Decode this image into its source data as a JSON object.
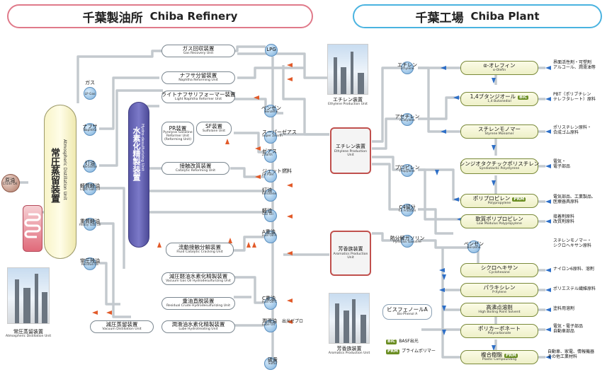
{
  "header_left": {
    "ja": "千葉製油所",
    "en": "Chiba Refinery",
    "border_color": "#e07a8a"
  },
  "header_right": {
    "ja": "千葉工場",
    "en": "Chiba Plant",
    "border_color": "#4ab3e0"
  },
  "crude": {
    "ja": "原油",
    "en": "Crude Oil"
  },
  "atmospheric_tower": {
    "ja": "常圧蒸留装置",
    "en": "Atmospheric Distillation Unit"
  },
  "hds_tower": {
    "ja": "水素化精製装置",
    "en": "Hydro-desulfurizing Unit"
  },
  "side_cuts": [
    {
      "ja": "ガス",
      "en": "LP Gas"
    },
    {
      "ja": "ナフサ",
      "en": "Naphtha"
    },
    {
      "ja": "灯油",
      "en": "Kerosene"
    },
    {
      "ja": "軽質軽油",
      "en": "Light Gas Oil"
    },
    {
      "ja": "重質軽油",
      "en": "Heavy Gas Oil"
    },
    {
      "ja": "常圧残油",
      "en": "Residue Oil"
    }
  ],
  "refinery_units": {
    "gas_recovery": {
      "ja": "ガス回収装置",
      "en": "Gas Recovery Unit"
    },
    "naphtha_reforming": {
      "ja": "ナフサ分留装置",
      "en": "Naphtha Reforming Unit"
    },
    "light_naphtha": {
      "ja": "ライトナフサリフォーマー装置",
      "en": "Light Naphtha Reformer Unit"
    },
    "pr": {
      "ja": "PR装置",
      "en": "Pyrolysis Gasoline Reformer Unit (Reforming Unit)"
    },
    "sf": {
      "ja": "SF装置",
      "en": "Sulfolane Unit"
    },
    "catalytic_reforming": {
      "ja": "接触改質装置",
      "en": "Catalytic Reforming Unit"
    },
    "fcc": {
      "ja": "流動接触分解装置",
      "en": "Fluid Catalytic Cracking Unit"
    },
    "vgo_hds": {
      "ja": "減圧軽油水素化精製装置",
      "en": "Vacuum Gas Oil Hydrodesulfurizing Unit"
    },
    "crude_hds": {
      "ja": "重油直脱装置",
      "en": "Residual Crude Hydrodesulfurizing Unit"
    },
    "lube_hds": {
      "ja": "潤滑油水素化精製装置",
      "en": "Lube Hydrotreating Unit"
    },
    "vacuum": {
      "ja": "減圧蒸留装置",
      "en": "Vacuum Distillation Unit"
    }
  },
  "refinery_products": [
    {
      "ja": "LPG",
      "en": ""
    },
    {
      "ja": "ベンゼン",
      "en": "Benzene"
    },
    {
      "ja": "スーパーゼアス",
      "en": "Super Zearth"
    },
    {
      "ja": "ゼアス",
      "en": "Zearth"
    },
    {
      "ja": "ジェット燃料",
      "en": "Jet Fuel"
    },
    {
      "ja": "灯油",
      "en": "Kerosene"
    },
    {
      "ja": "軽油",
      "en": "Gas Oil"
    },
    {
      "ja": "A重油",
      "en": "Fuel Oil-A"
    },
    {
      "ja": "C重油",
      "en": "Fuel Oil-C"
    },
    {
      "ja": "潤滑油",
      "en": "Lube Oil"
    },
    {
      "ja": "硫黄",
      "en": "Sulfur"
    }
  ],
  "lube_export": "出光ゼプロ",
  "photo_captions": {
    "atmospheric": {
      "ja": "常圧蒸留装置",
      "en": "Atmospheric Distillation Unit"
    },
    "ethylene": {
      "ja": "エチレン装置",
      "en": "Ethylene Production Unit"
    },
    "aromatics": {
      "ja": "芳香族装置",
      "en": "Aromatics Production Unit"
    }
  },
  "plant_red_boxes": {
    "ethylene": {
      "ja": "エチレン装置",
      "en": "Ethylene Production Unit"
    },
    "aromatics": {
      "ja": "芳香族装置",
      "en": "Aromatics Production Unit"
    }
  },
  "plant_intermediates": [
    {
      "ja": "エチレン",
      "en": "Ethylene"
    },
    {
      "ja": "アセチレン",
      "en": "Acetylene"
    },
    {
      "ja": "プロピレン",
      "en": "Propylene"
    },
    {
      "ja": "C4留分",
      "en": "C4 Fraction"
    },
    {
      "ja": "熱分解ガソリン",
      "en": "Pyrolysis Gasoline"
    },
    {
      "ja": "ベンゼン",
      "en": "Benzene"
    }
  ],
  "plant_products": [
    {
      "ja": "α-オレフィン",
      "en": "α-Olefin",
      "tag": "",
      "uses": "界面活性剤・可塑剤\nアルコール、潤滑油等"
    },
    {
      "ja": "1,4ブタンジオール",
      "en": "1,4 Butanediol",
      "tag": "BIC",
      "uses": "PBT（ポリブチレン\nテレフタレート）原料"
    },
    {
      "ja": "スチレンモノマー",
      "en": "Styrene Monomer",
      "tag": "",
      "uses": "ポリスチレン原料・\n合成ゴム原料"
    },
    {
      "ja": "シンジオタクチックポリスチレン",
      "en": "Syndiotactic Polystyrene",
      "tag": "",
      "uses": "電気・\n電子部品"
    },
    {
      "ja": "ポリプロピレン",
      "en": "Polypropylene",
      "tag": "PRM",
      "uses": "電気部品、工業製品、\n医療器具原料"
    },
    {
      "ja": "軟質ポリプロピレン",
      "en": "Low Modulus Polypropylene",
      "tag": "",
      "uses": "接着剤原料\n改質剤原料"
    },
    {
      "ja": "シクロヘキサン",
      "en": "Cyclohexane",
      "tag": "",
      "uses": "ナイロン6原料、溶剤"
    },
    {
      "ja": "パラキシレン",
      "en": "P-Xylene",
      "tag": "",
      "uses": "ポリエステル繊維原料"
    },
    {
      "ja": "高沸点溶剤",
      "en": "High Boiling Point Solvent",
      "tag": "",
      "uses": "塗料用溶剤"
    },
    {
      "ja": "ポリカーボネート",
      "en": "Polycarbonate",
      "tag": "",
      "uses": "電気・電子部品\n自動車部品"
    },
    {
      "ja": "複合樹脂",
      "en": "Plastic Compounding",
      "tag": "PRM",
      "uses": "自動車、家電、情報機器\nその他工業材料"
    }
  ],
  "plant_misc_uses": "スチレンモノマー・\nシクロヘキサン原料",
  "bisphenol": {
    "ja": "ビスフェノールA",
    "en": "Bis-Phenol A"
  },
  "legend": [
    {
      "tag": "BIC",
      "label": "BASF出光",
      "color": "#6b8e23"
    },
    {
      "tag": "PRM",
      "label": "プライムポリマー",
      "color": "#6b8e23"
    }
  ]
}
